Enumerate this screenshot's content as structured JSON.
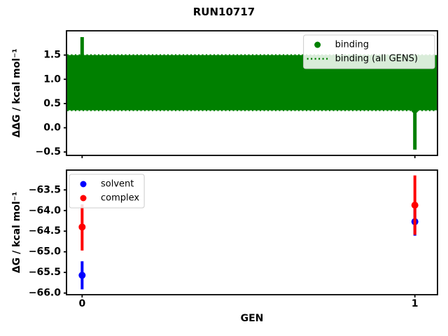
{
  "figure": {
    "title": "RUN10717",
    "background": "#ffffff"
  },
  "colors": {
    "binding": "#008000",
    "solvent": "#0000ff",
    "complex": "#ff0000",
    "axis": "#000000",
    "legend_border": "#cccccc",
    "legend_bg": "#ffffff"
  },
  "chart_data": [
    {
      "type": "scatter",
      "ylabel": "ΔΔG / kcal mol⁻¹",
      "xlabel": "",
      "xlim": [
        -0.047,
        1.068
      ],
      "ylim": [
        -0.57,
        2.0
      ],
      "grid": false,
      "yticks": [
        {
          "v": 1.5,
          "label": "1.5"
        },
        {
          "v": 1.0,
          "label": "1.0"
        },
        {
          "v": 0.5,
          "label": "0.5"
        },
        {
          "v": 0.0,
          "label": "0.0"
        },
        {
          "v": -0.5,
          "label": "−0.5"
        }
      ],
      "xticks": [
        {
          "v": 0,
          "label": ""
        },
        {
          "v": 1,
          "label": ""
        }
      ],
      "series": [
        {
          "name": "binding",
          "color": "#008000",
          "x": [
            0,
            1
          ],
          "y": [
            1.17,
            0.37
          ],
          "yerr_low": [
            0.46,
            -0.45
          ],
          "yerr_high": [
            1.87,
            1.2
          ]
        }
      ],
      "band": {
        "name": "binding (all GENS)",
        "color": "#008000",
        "y_low": 0.36,
        "y_high": 1.5,
        "edge_style": "dotted"
      },
      "legend": {
        "position": "top-right",
        "entries": [
          {
            "label": "binding",
            "marker": "dot",
            "color": "#008000"
          },
          {
            "label": "binding (all GENS)",
            "marker": "dotted-line",
            "color": "#008000"
          }
        ]
      }
    },
    {
      "type": "scatter",
      "ylabel": "ΔG / kcal mol⁻¹",
      "xlabel": "GEN",
      "xlim": [
        -0.047,
        1.068
      ],
      "ylim": [
        -66.04,
        -63.02
      ],
      "grid": false,
      "yticks": [
        {
          "v": -63.5,
          "label": "−63.5"
        },
        {
          "v": -64.0,
          "label": "−64.0"
        },
        {
          "v": -64.5,
          "label": "−64.5"
        },
        {
          "v": -65.0,
          "label": "−65.0"
        },
        {
          "v": -65.5,
          "label": "−65.5"
        },
        {
          "v": -66.0,
          "label": "−66.0"
        }
      ],
      "xticks": [
        {
          "v": 0,
          "label": "0"
        },
        {
          "v": 1,
          "label": "1"
        }
      ],
      "series": [
        {
          "name": "solvent",
          "color": "#0000ff",
          "x": [
            0,
            1
          ],
          "y": [
            -65.57,
            -64.27
          ],
          "yerr_low": [
            -65.91,
            -64.61
          ],
          "yerr_high": [
            -65.23,
            -63.94
          ]
        },
        {
          "name": "complex",
          "color": "#ff0000",
          "x": [
            0,
            1
          ],
          "y": [
            -64.4,
            -63.87
          ],
          "yerr_low": [
            -64.97,
            -64.59
          ],
          "yerr_high": [
            -63.85,
            -63.15
          ]
        }
      ],
      "legend": {
        "position": "top-left",
        "entries": [
          {
            "label": "solvent",
            "marker": "dot",
            "color": "#0000ff"
          },
          {
            "label": "complex",
            "marker": "dot",
            "color": "#ff0000"
          }
        ]
      }
    }
  ]
}
